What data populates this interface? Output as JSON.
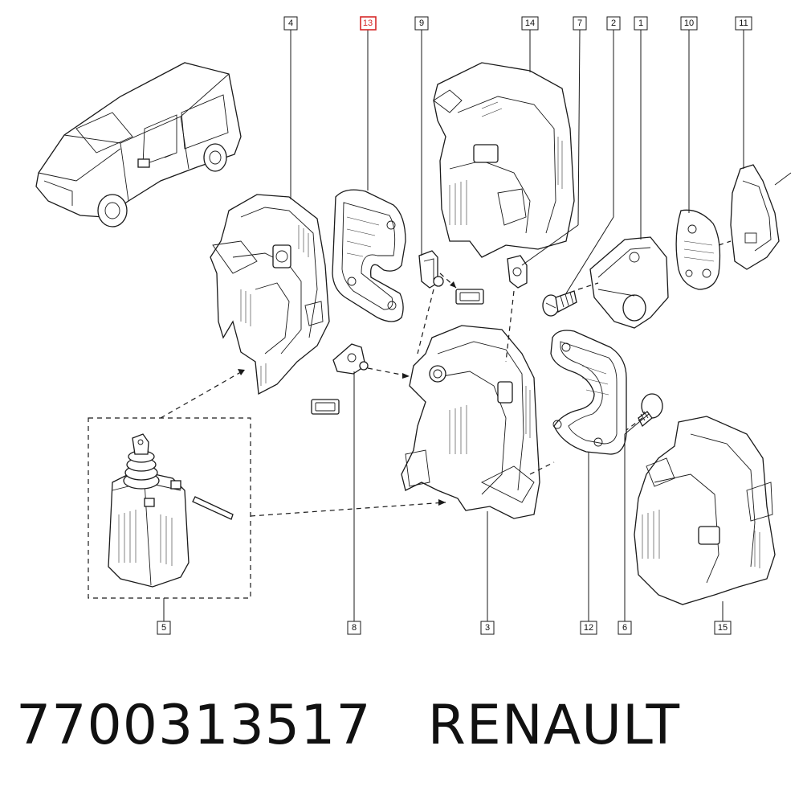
{
  "callouts": [
    {
      "id": "c4",
      "label": "4"
    },
    {
      "id": "c13",
      "label": "13",
      "highlight": true
    },
    {
      "id": "c9",
      "label": "9"
    },
    {
      "id": "c14",
      "label": "14"
    },
    {
      "id": "c7",
      "label": "7"
    },
    {
      "id": "c2",
      "label": "2"
    },
    {
      "id": "c1",
      "label": "1"
    },
    {
      "id": "c10",
      "label": "10"
    },
    {
      "id": "c11",
      "label": "11"
    },
    {
      "id": "c5",
      "label": "5"
    },
    {
      "id": "c8",
      "label": "8"
    },
    {
      "id": "c3",
      "label": "3"
    },
    {
      "id": "c12",
      "label": "12"
    },
    {
      "id": "c6",
      "label": "6"
    },
    {
      "id": "c15",
      "label": "15"
    }
  ],
  "caption": {
    "part_number": "7700313517",
    "brand": "RENAULT"
  },
  "colors": {
    "line": "#1a1a1a",
    "highlight": "#d62828",
    "background": "#ffffff"
  }
}
